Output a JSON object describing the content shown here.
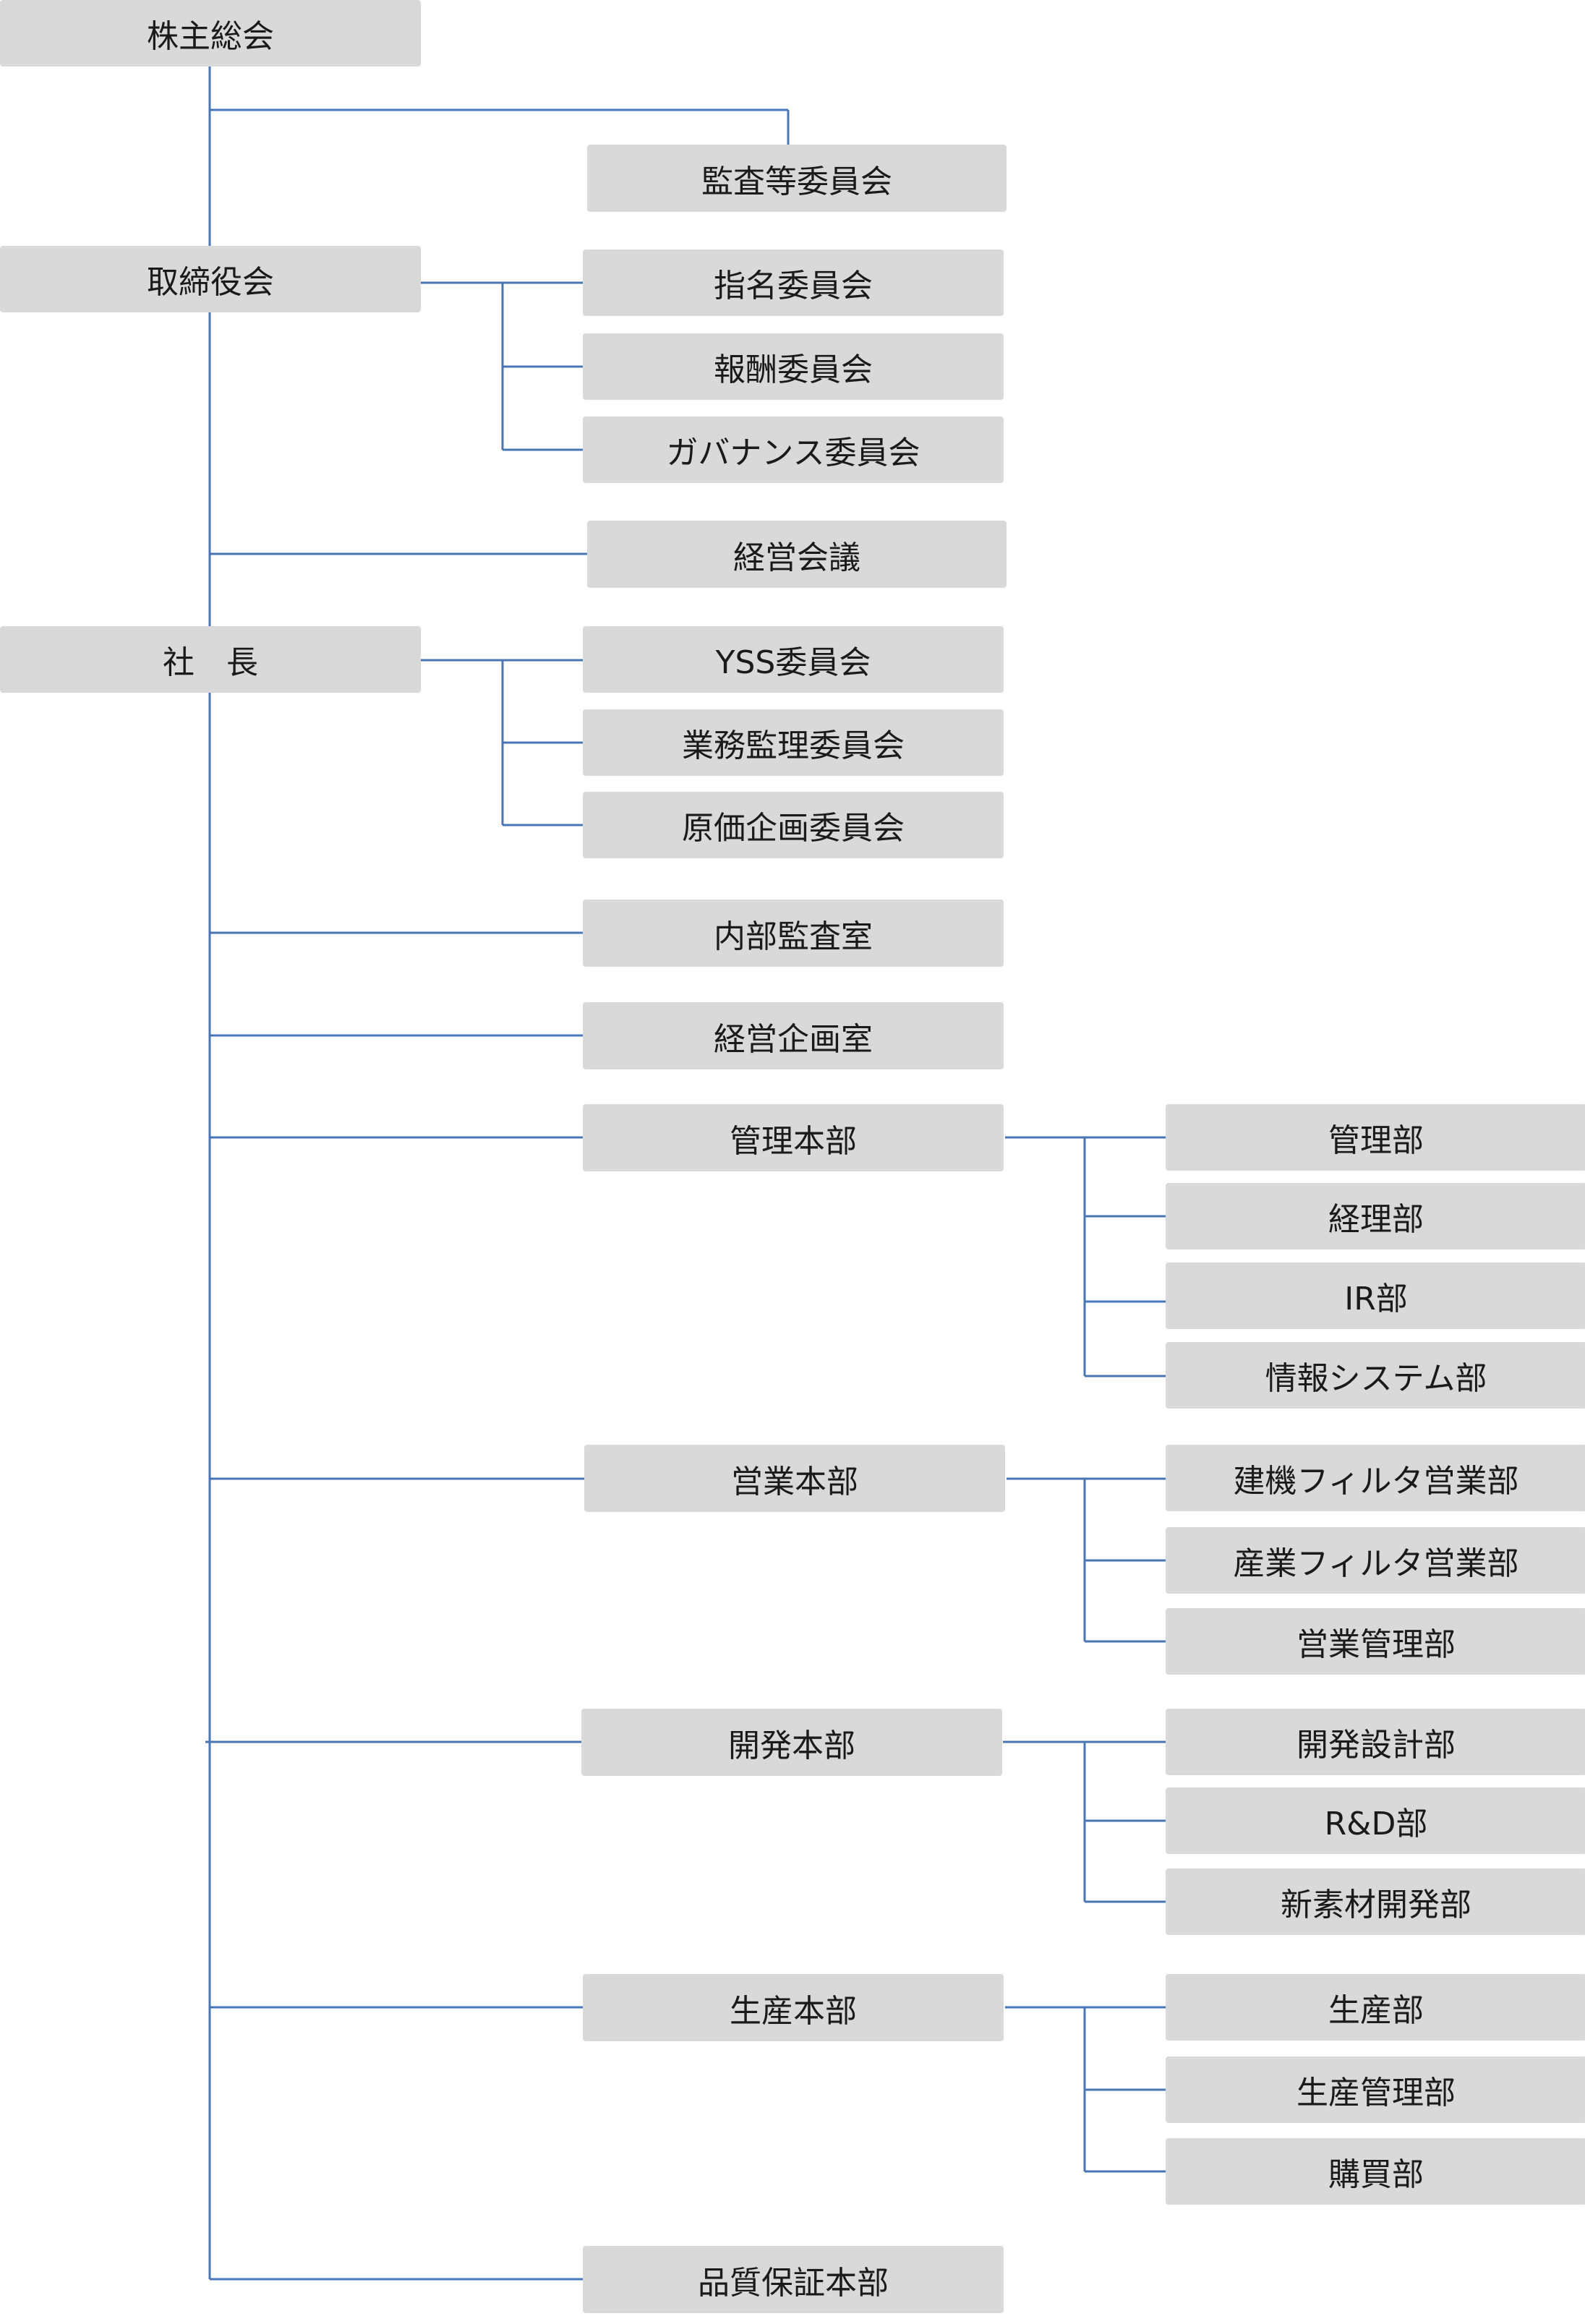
{
  "nodes": {
    "shareholders": "株主総会",
    "audit_committee": "監査等委員会",
    "board": "取締役会",
    "nomination": "指名委員会",
    "remuneration": "報酬委員会",
    "governance": "ガバナンス委員会",
    "management_meeting": "経営会議",
    "president": "社　長",
    "yss": "YSS委員会",
    "business_audit": "業務監理委員会",
    "cost_planning": "原価企画委員会",
    "internal_audit": "内部監査室",
    "corporate_planning": "経営企画室",
    "admin_hq": "管理本部",
    "admin_dept": "管理部",
    "accounting": "経理部",
    "ir": "IR部",
    "info_systems": "情報システム部",
    "sales_hq": "営業本部",
    "cm_filter_sales": "建機フィルタ営業部",
    "ind_filter_sales": "産業フィルタ営業部",
    "sales_admin": "営業管理部",
    "dev_hq": "開発本部",
    "dev_design": "開発設計部",
    "rnd": "R&D部",
    "new_materials": "新素材開発部",
    "production_hq": "生産本部",
    "production": "生産部",
    "production_control": "生産管理部",
    "purchasing": "購買部",
    "qa_hq": "品質保証本部"
  },
  "colors": {
    "box_fill": "#d9d9d9",
    "connector": "#4a75b5"
  }
}
